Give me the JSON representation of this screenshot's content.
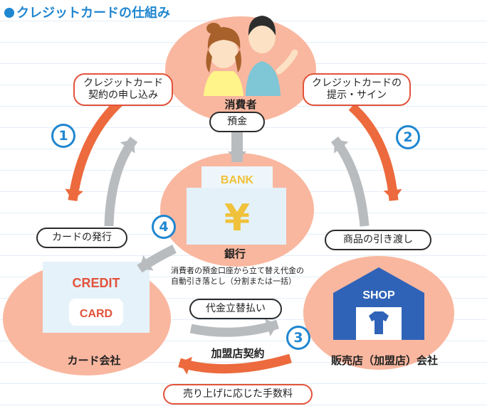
{
  "title": "クレジットカードの仕組み",
  "nodes": {
    "consumer": "消費者",
    "bank": "銀行",
    "card_company": "カード会社",
    "shop_company": "販売店（加盟店）会社"
  },
  "bank_building": {
    "sign": "BANK",
    "symbol": "¥"
  },
  "credit_card": {
    "top": "CREDIT",
    "bottom": "CARD"
  },
  "shop_building": {
    "sign": "SHOP"
  },
  "bubbles": {
    "apply_line1": "クレジットカード",
    "apply_line2": "契約の申し込み",
    "present_line1": "クレジットカードの",
    "present_line2": "提示・サイン",
    "deposit": "預金",
    "card_issue": "カードの発行",
    "goods_delivery": "商品の引き渡し",
    "advance_payment": "代金立替払い",
    "fee": "売り上げに応じた手数料"
  },
  "merchant_contract": "加盟店契約",
  "bank_note": {
    "line1": "消費者の預金口座から立て替え代金の",
    "line2": "自動引き落とし（分割または一括）"
  },
  "steps": [
    "1",
    "2",
    "3",
    "4"
  ],
  "colors": {
    "accent_blue": "#1f86d0",
    "arrow_orange": "#ec6a3d",
    "arrow_gray": "#b9bcbf",
    "ellipse_peach": "#f9b79f",
    "shop_blue": "#2f63b8"
  }
}
